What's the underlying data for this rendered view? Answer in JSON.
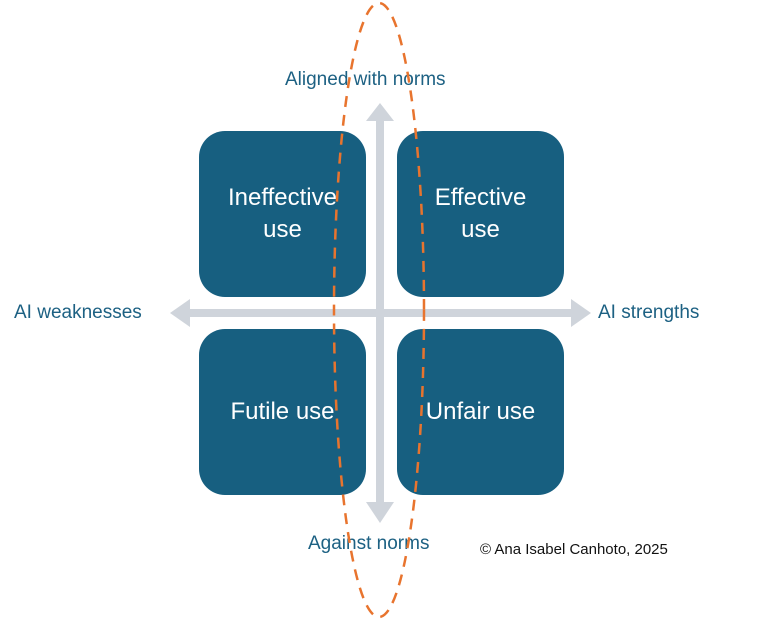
{
  "diagram": {
    "type": "2x2 matrix",
    "axes": {
      "top": "Aligned with norms",
      "bottom": "Against norms",
      "left": "AI weaknesses",
      "right": "AI strengths"
    },
    "quadrants": [
      {
        "position": "top-left",
        "label": "Ineffective\nuse"
      },
      {
        "position": "top-right",
        "label": "Effective\nuse"
      },
      {
        "position": "bottom-left",
        "label": "Futile use"
      },
      {
        "position": "bottom-right",
        "label": "Unfair use"
      }
    ],
    "highlight": {
      "shape": "dashed ellipse",
      "spans": "vertical axis (norms dimension)"
    },
    "copyright": "© Ana Isabel Canhoto, 2025"
  },
  "colors": {
    "quadrant_fill": "#175f80",
    "quadrant_text": "#ffffff",
    "axis_arrow": "#cfd4db",
    "axis_label": "#1d6183",
    "highlight_ellipse": "#e8742e"
  }
}
